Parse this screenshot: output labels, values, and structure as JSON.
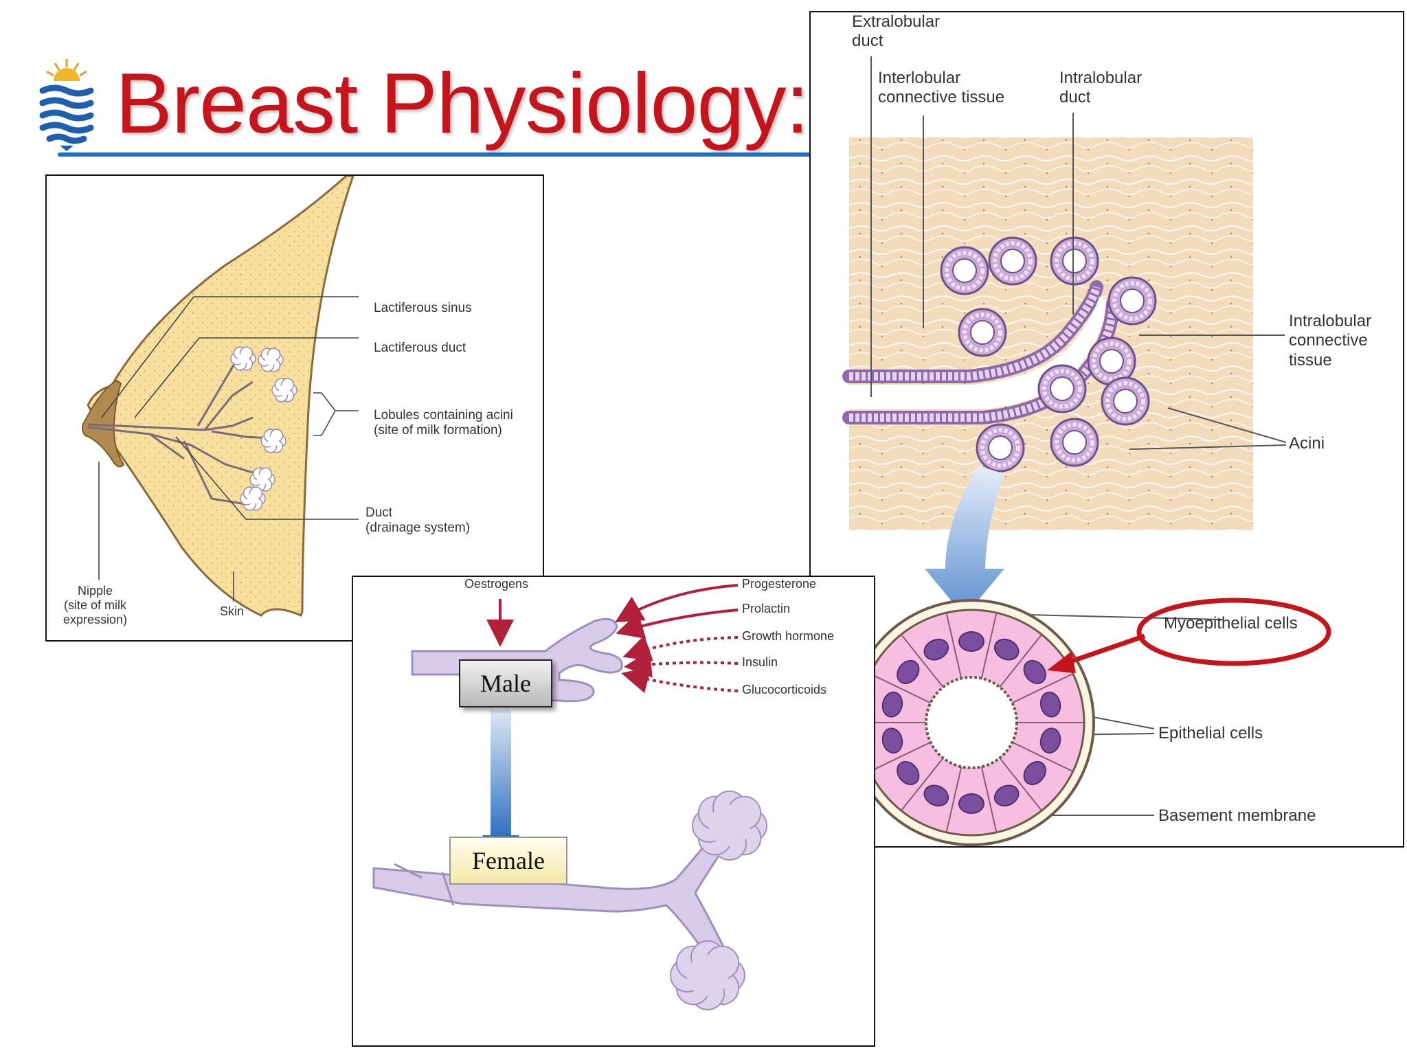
{
  "slide": {
    "title": "Breast Physiology:",
    "colors": {
      "title": "#c4151c",
      "rule": "#1f6fc0",
      "annotation": "#c4151c"
    },
    "logo_icon": "waves-sun-logo-icon"
  },
  "anatomy_panel": {
    "labels": {
      "lactiferous_sinus": "Lactiferous sinus",
      "lactiferous_duct": "Lactiferous duct",
      "lobules": "Lobules containing acini\n(site of milk formation)",
      "duct": "Duct\n(drainage system)",
      "nipple": "Nipple\n(site of milk\nexpression)",
      "skin": "Skin"
    }
  },
  "hormone_panel": {
    "hormones": {
      "oestrogens": "Oestrogens",
      "progesterone": "Progesterone",
      "prolactin": "Prolactin",
      "growth_hormone": "Growth hormone",
      "insulin": "Insulin",
      "glucocorticoids": "Glucocorticoids"
    },
    "male_label": "Male",
    "female_label": "Female"
  },
  "histology_panel": {
    "labels": {
      "extralobular_duct": "Extralobular\nduct",
      "interlobular_tissue": "Interlobular\nconnective tissue",
      "intralobular_duct": "Intralobular\nduct",
      "intralobular_tissue": "Intralobular\nconnective\ntissue",
      "acini": "Acini",
      "myoepithelial": "Myoepithelial cells",
      "epithelial": "Epithelial cells",
      "basement": "Basement membrane"
    }
  }
}
